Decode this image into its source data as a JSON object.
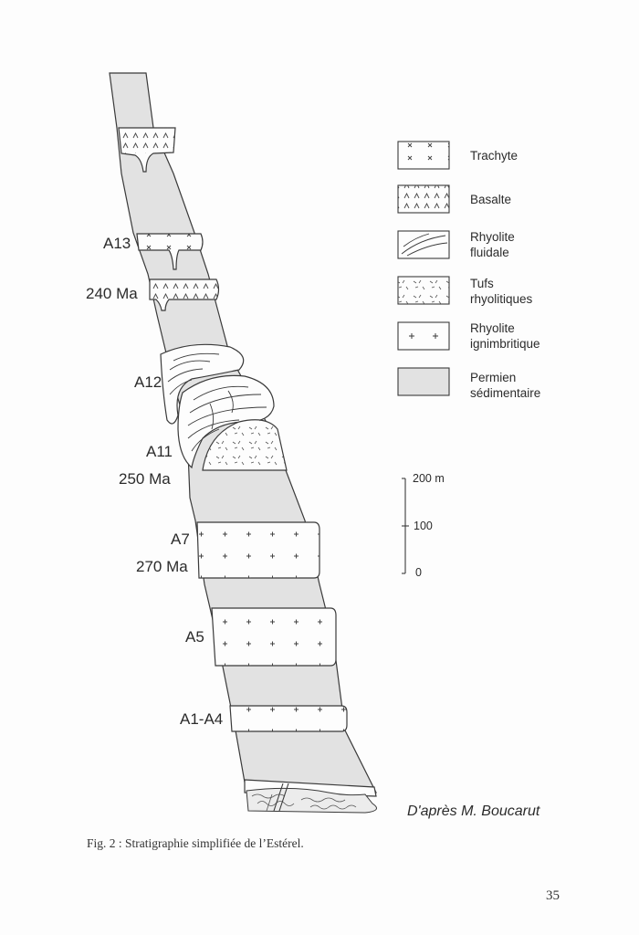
{
  "column_labels": {
    "a13": "A13",
    "ma240": "240 Ma",
    "a12": "A12",
    "a11": "A11",
    "ma250": "250 Ma",
    "a7": "A7",
    "ma270": "270 Ma",
    "a5": "A5",
    "a1a4": "A1-A4"
  },
  "legend": [
    {
      "key": "trachyte",
      "line1": "Trachyte",
      "line2": ""
    },
    {
      "key": "basalte",
      "line1": "Basalte",
      "line2": ""
    },
    {
      "key": "rhyolite_fluidale",
      "line1": "Rhyolite",
      "line2": "fluidale"
    },
    {
      "key": "tufs",
      "line1": "Tufs",
      "line2": "rhyolitiques"
    },
    {
      "key": "rhyolite_ignimbritique",
      "line1": "Rhyolite",
      "line2": "ignimbritique"
    },
    {
      "key": "permien",
      "line1": "Permien",
      "line2": "sédimentaire"
    }
  ],
  "scale": {
    "top": "200 m",
    "mid": "100",
    "bottom": "0"
  },
  "credit": "D'après M. Boucarut",
  "caption": "Fig. 2 : Stratigraphie simplifiée de l’Estérel.",
  "page_number": "35",
  "colors": {
    "sediment": "#e2e2e2",
    "line": "#3a3a3a",
    "paper": "#fdfdfd"
  }
}
